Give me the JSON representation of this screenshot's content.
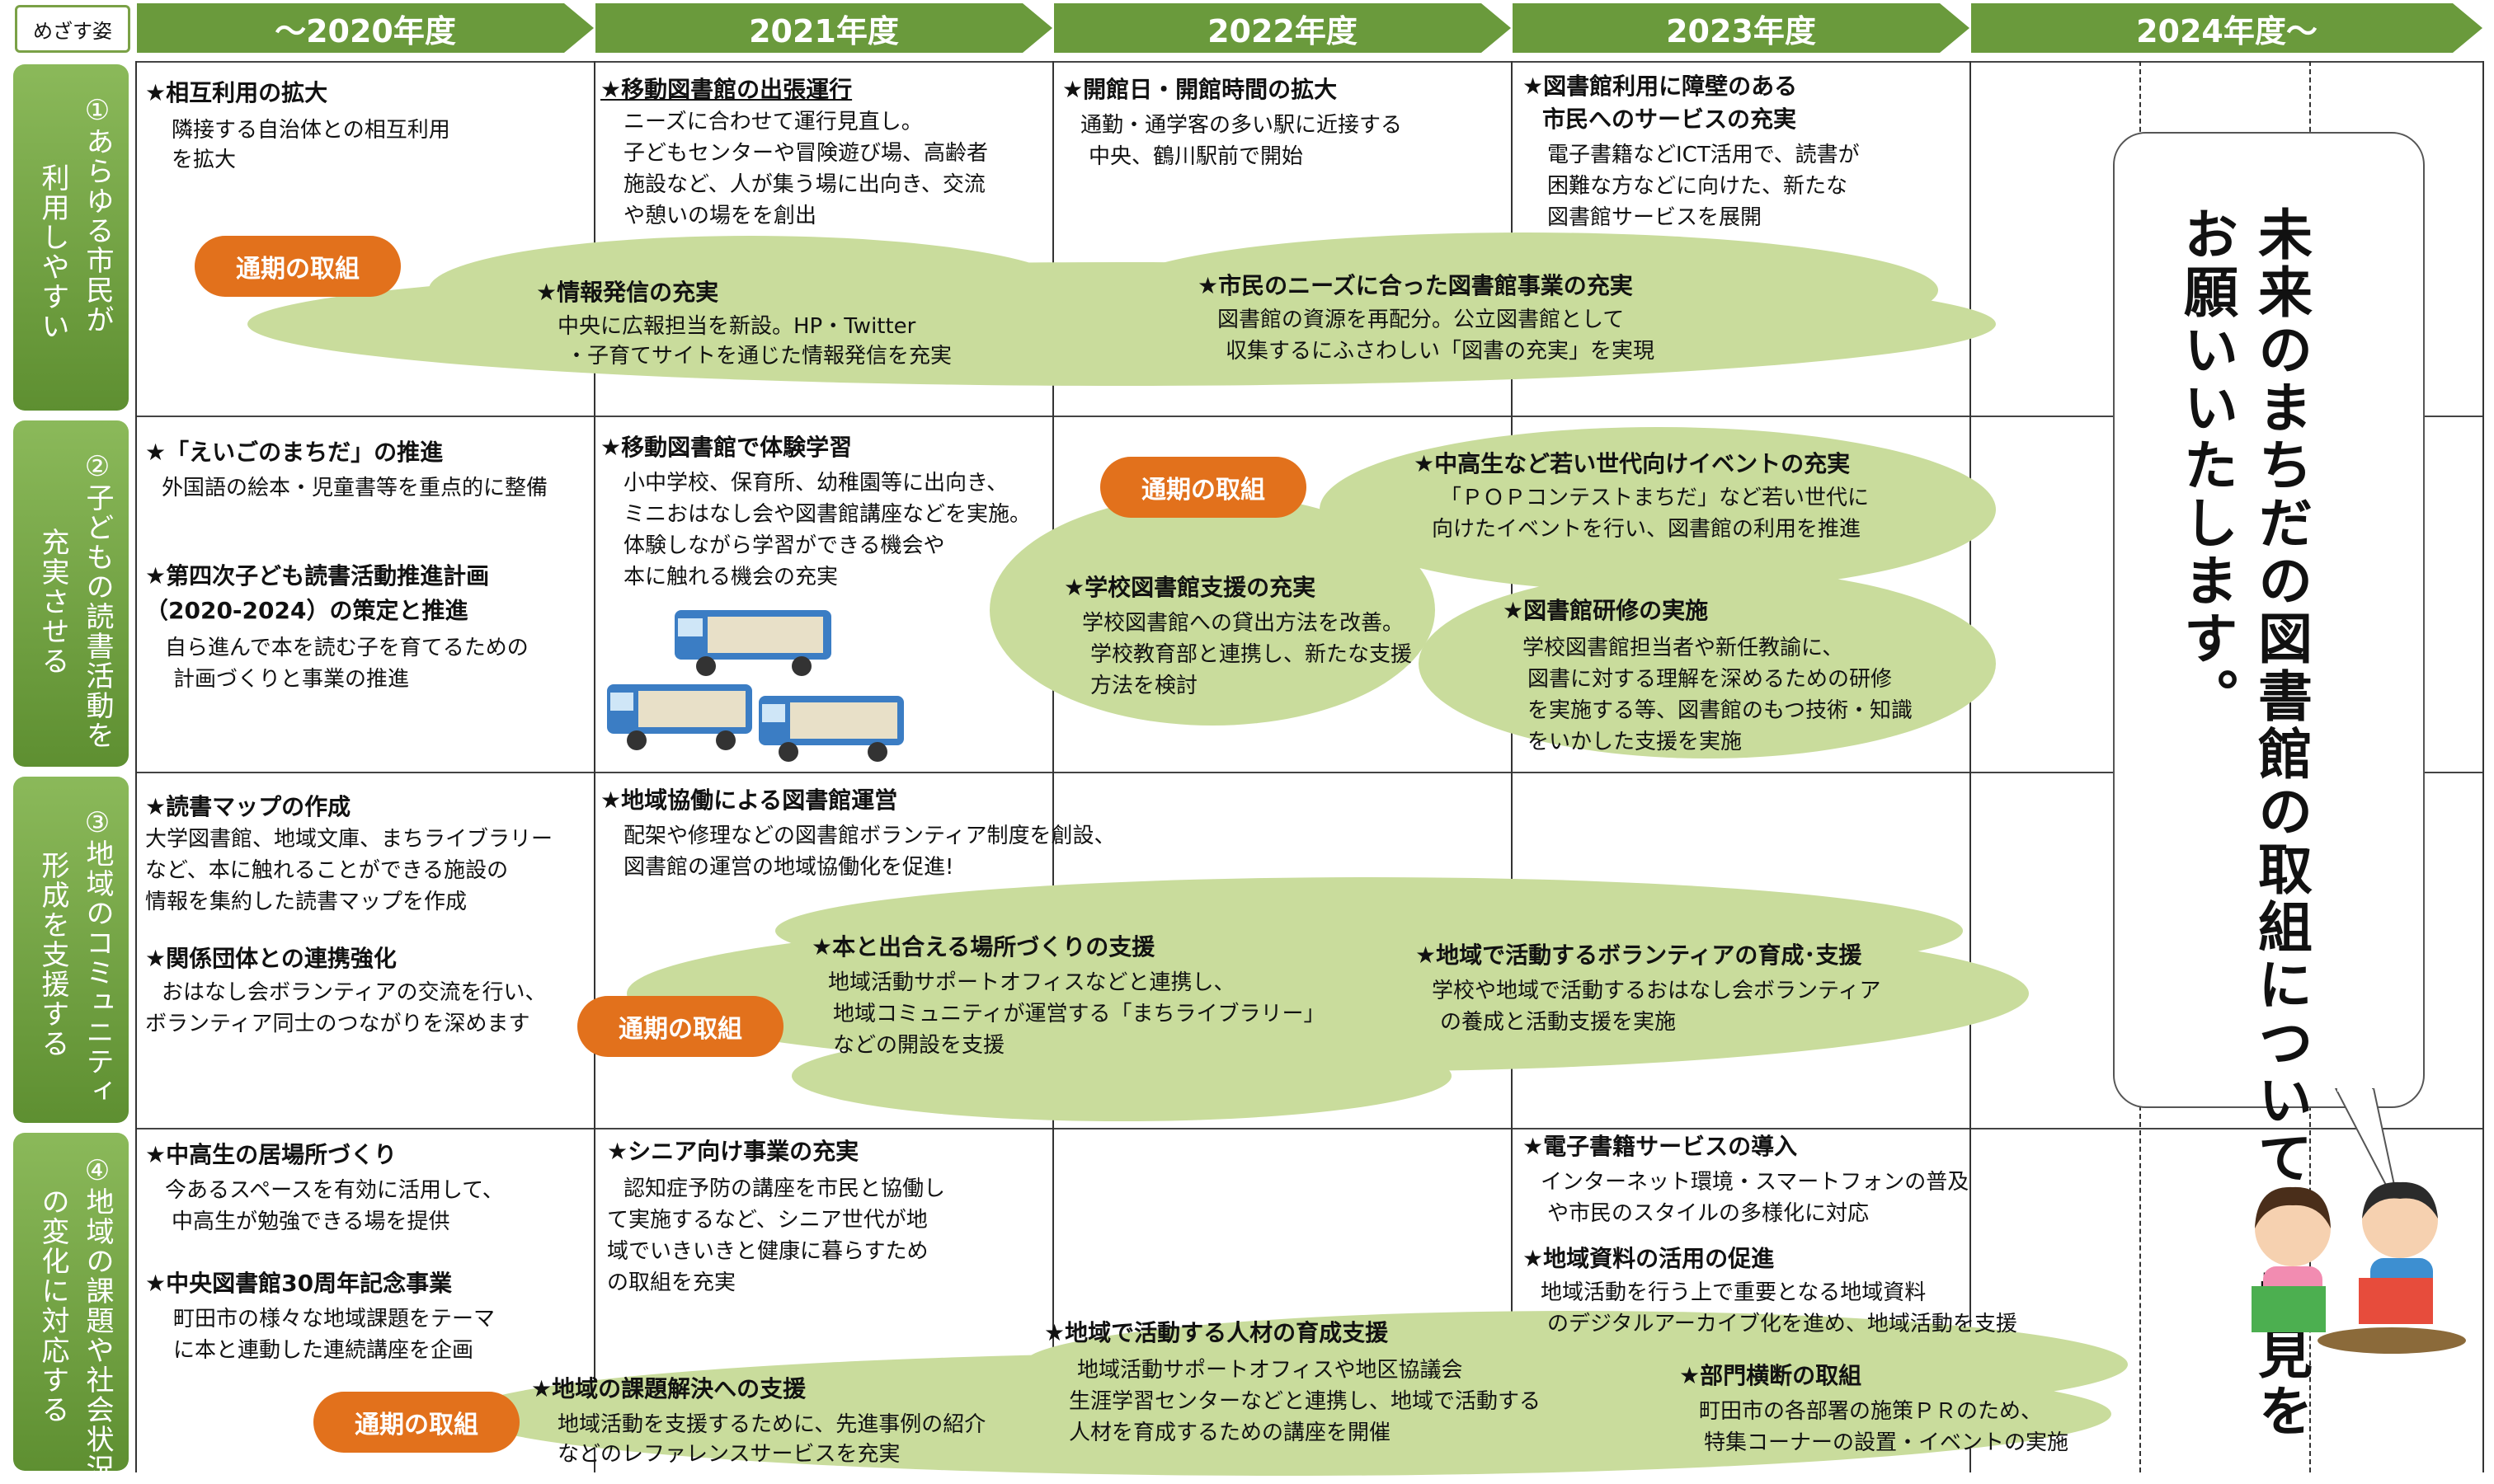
{
  "header": {
    "corner": "めざす姿",
    "years": [
      "～2020年度",
      "2021年度",
      "2022年度",
      "2023年度",
      "2024年度～"
    ]
  },
  "rows": [
    {
      "num": "①",
      "l1": "あらゆる市民が",
      "l2": "利用しやすい"
    },
    {
      "num": "②",
      "l1": "子どもの読書活動を",
      "l2": "充実させる"
    },
    {
      "num": "③",
      "l1": "地域のコミュニティ",
      "l2": "形成を支援する"
    },
    {
      "num": "④",
      "l1": "地域の課題や社会状況",
      "l2": "の変化に対応する"
    }
  ],
  "pill": "通期の取組",
  "items": {
    "r1a": {
      "h": "★相互利用の拡大",
      "b": [
        "隣接する自治体との相互利用",
        "を拡大"
      ]
    },
    "r1b": {
      "h": "★移動図書館の出張運行",
      "b": [
        "ニーズに合わせて運行見直し。",
        "子どもセンターや冒険遊び場、高齢者",
        "施設など、人が集う場に出向き、交流",
        "や憩いの場をを創出"
      ]
    },
    "r1c": {
      "h": "★開館日・開館時間の拡大",
      "b": [
        "通勤・通学客の多い駅に近接する",
        "中央、鶴川駅前で開始"
      ]
    },
    "r1d": {
      "h": [
        "★図書館利用に障壁のある",
        "市民へのサービスの充実"
      ],
      "b": [
        "電子書籍などICT活用で、読書が",
        "困難な方などに向けた、新たな",
        "図書館サービスを展開"
      ]
    },
    "r1e": {
      "h": "★情報発信の充実",
      "b": [
        "中央に広報担当を新設。HP・Twitter",
        "・子育てサイトを通じた情報発信を充実"
      ]
    },
    "r1f": {
      "h": "★市民のニーズに合った図書館事業の充実",
      "b": [
        "図書館の資源を再配分。公立図書館として",
        "収集するにふさわしい「図書の充実」を実現"
      ]
    },
    "r2a": {
      "h": "★「えいごのまちだ」の推進",
      "b": [
        "外国語の絵本・児童書等を重点的に整備"
      ]
    },
    "r2b": {
      "h": [
        "★第四次子ども読書活動推進計画",
        "（2020-2024）の策定と推進"
      ],
      "b": [
        "自ら進んで本を読む子を育てるための",
        "計画づくりと事業の推進"
      ]
    },
    "r2c": {
      "h": "★移動図書館で体験学習",
      "b": [
        "小中学校、保育所、幼稚園等に出向き、",
        "ミニおはなし会や図書館講座などを実施。",
        "体験しながら学習ができる機会や",
        "本に触れる機会の充実"
      ]
    },
    "r2d": {
      "h": "★中高生など若い世代向けイベントの充実",
      "b": [
        "「ＰＯＰコンテストまちだ」など若い世代に",
        "向けたイベントを行い、図書館の利用を推進"
      ]
    },
    "r2e": {
      "h": "★学校図書館支援の充実",
      "b": [
        "学校図書館への貸出方法を改善。",
        "学校教育部と連携し、新たな支援",
        "方法を検討"
      ]
    },
    "r2f": {
      "h": "★図書館研修の実施",
      "b": [
        "学校図書館担当者や新任教諭に、",
        "図書に対する理解を深めるための研修",
        "を実施する等、図書館のもつ技術・知識",
        "をいかした支援を実施"
      ]
    },
    "r3a": {
      "h": "★読書マップの作成",
      "b": [
        "大学図書館、地域文庫、まちライブラリー",
        "など、本に触れることができる施設の",
        "情報を集約した読書マップを作成"
      ]
    },
    "r3b": {
      "h": "★関係団体との連携強化",
      "b": [
        "おはなし会ボランティアの交流を行い、",
        "ボランティア同士のつながりを深めます"
      ]
    },
    "r3c": {
      "h": "★地域協働による図書館運営",
      "b": [
        "配架や修理などの図書館ボランティア制度を創設、",
        "図書館の運営の地域協働化を促進!"
      ]
    },
    "r3d": {
      "h": "★本と出合える場所づくりの支援",
      "b": [
        "地域活動サポートオフィスなどと連携し、",
        "地域コミュニティが運営する「まちライブラリー」",
        "などの開設を支援"
      ]
    },
    "r3e": {
      "h": "★地域で活動するボランティアの育成･支援",
      "b": [
        "学校や地域で活動するおはなし会ボランティア",
        "の養成と活動支援を実施"
      ]
    },
    "r4a": {
      "h": "★中高生の居場所づくり",
      "b": [
        "今あるスペースを有効に活用して、",
        "中高生が勉強できる場を提供"
      ]
    },
    "r4b": {
      "h": "★中央図書館30周年記念事業",
      "b": [
        "町田市の様々な地域課題をテーマ",
        "に本と連動した連続講座を企画"
      ]
    },
    "r4c": {
      "h": "★シニア向け事業の充実",
      "b": [
        "認知症予防の講座を市民と協働し",
        "て実施するなど、シニア世代が地",
        "域でいきいきと健康に暮らすため",
        "の取組を充実"
      ]
    },
    "r4d": {
      "h": "★電子書籍サービスの導入",
      "b": [
        "インターネット環境・スマートフォンの普及",
        "や市民のスタイルの多様化に対応"
      ]
    },
    "r4e": {
      "h": "★地域資料の活用の促進",
      "b": [
        "地域活動を行う上で重要となる地域資料",
        "のデジタルアーカイブ化を進め、地域活動を支援"
      ]
    },
    "r4f": {
      "h": "★地域で活動する人材の育成支援",
      "b": [
        "地域活動サポートオフィスや地区協議会",
        "生涯学習センターなどと連携し、地域で活動する",
        "人材を育成するための講座を開催"
      ]
    },
    "r4g": {
      "h": "★地域の課題解決への支援",
      "b": [
        "地域活動を支援するために、先進事例の紹介",
        "などのレファレンスサービスを充実"
      ]
    },
    "r4h": {
      "h": "★部門横断の取組",
      "b": [
        "町田市の各部署の施策ＰＲのため、",
        "特集コーナーの設置・イベントの実施"
      ]
    }
  },
  "bubble": "未来のまちだの図書館の取組について ご意見をお願いいたします。",
  "colors": {
    "header": "#6a9a3c",
    "cloud": "#c9dc9c",
    "pill": "#e2711c"
  }
}
